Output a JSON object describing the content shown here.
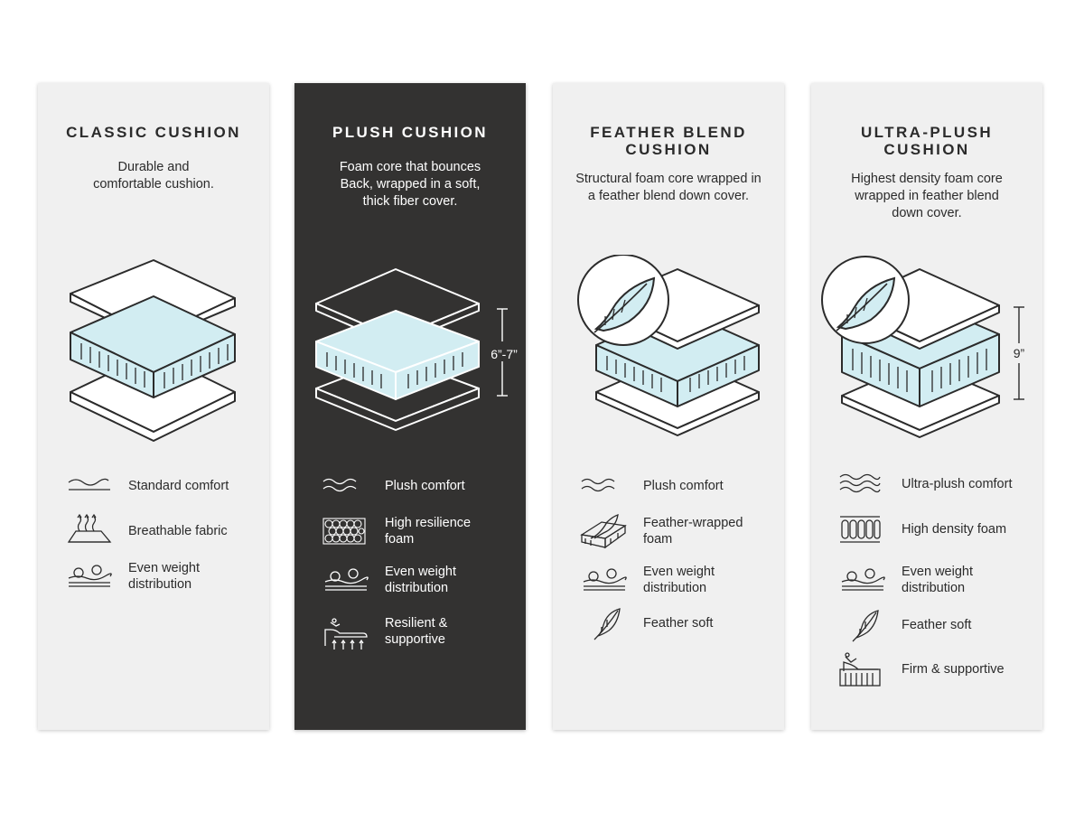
{
  "accent_color": "#d2edf2",
  "dark_color": "#333231",
  "cards": [
    {
      "title": "CLASSIC CUSHION",
      "description": "Durable and\ncomfortable cushion.",
      "features": [
        {
          "icon": "wave-icon",
          "label": "Standard comfort"
        },
        {
          "icon": "breathable-fabric-icon",
          "label": "Breathable fabric"
        },
        {
          "icon": "weight-distribution-icon",
          "label": "Even weight\ndistribution"
        }
      ]
    },
    {
      "title": "PLUSH CUSHION",
      "description": "Foam core that bounces\nBack, wrapped in a soft,\nthick fiber cover.",
      "dimension": "6”-7”",
      "features": [
        {
          "icon": "double-wave-icon",
          "label": "Plush comfort"
        },
        {
          "icon": "foam-cells-icon",
          "label": "High resilience\nfoam"
        },
        {
          "icon": "weight-distribution-icon",
          "label": "Even weight\ndistribution"
        },
        {
          "icon": "resilient-support-icon",
          "label": "Resilient &\nsupportive"
        }
      ]
    },
    {
      "title": "FEATHER BLEND\nCUSHION",
      "description": "Structural foam core wrapped in\na feather blend down cover.",
      "features": [
        {
          "icon": "double-wave-icon",
          "label": "Plush comfort"
        },
        {
          "icon": "feather-wrapped-foam-icon",
          "label": "Feather-wrapped\nfoam"
        },
        {
          "icon": "weight-distribution-icon",
          "label": "Even weight\ndistribution"
        },
        {
          "icon": "feather-icon",
          "label": "Feather soft"
        }
      ]
    },
    {
      "title": "ULTRA-PLUSH\nCUSHION",
      "description": "Highest density foam core\nwrapped in feather blend\ndown cover.",
      "dimension": "9”",
      "features": [
        {
          "icon": "triple-wave-icon",
          "label": "Ultra-plush comfort"
        },
        {
          "icon": "high-density-foam-icon",
          "label": "High density foam"
        },
        {
          "icon": "weight-distribution-icon",
          "label": "Even weight\ndistribution"
        },
        {
          "icon": "feather-icon",
          "label": "Feather soft"
        },
        {
          "icon": "firm-support-icon",
          "label": "Firm & supportive"
        }
      ]
    }
  ]
}
